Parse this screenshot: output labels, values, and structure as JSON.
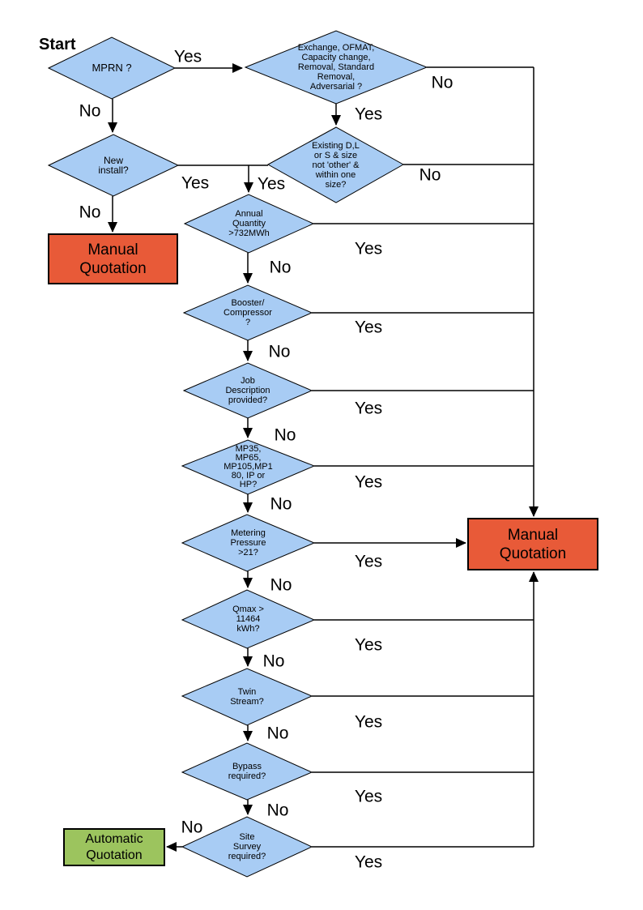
{
  "flowchart": {
    "start_label": "Start",
    "colors": {
      "decision_fill": "#A8CCF4",
      "manual_fill": "#E85A38",
      "automatic_fill": "#9CC45E",
      "line": "#000000",
      "background": "#FFFFFF"
    },
    "nodes": {
      "mprn": {
        "type": "decision",
        "label": "MPRN ?"
      },
      "exchange": {
        "type": "decision",
        "label": "Exchange, OFMAT,\nCapacity change,\nRemoval, Standard\nRemoval,\nAdversarial ?"
      },
      "new_install": {
        "type": "decision",
        "label": "New\ninstall?"
      },
      "existing": {
        "type": "decision",
        "label": "Existing D,L\nor S & size\nnot 'other' &\nwithin one\nsize?"
      },
      "annual": {
        "type": "decision",
        "label": "Annual\nQuantity\n>732MWh"
      },
      "booster": {
        "type": "decision",
        "label": "Booster/\nCompressor\n?"
      },
      "job": {
        "type": "decision",
        "label": "Job\nDescription\nprovided?"
      },
      "mp": {
        "type": "decision",
        "label": "MP35,\nMP65,\nMP105,MP1\n80, IP or\nHP?"
      },
      "metering": {
        "type": "decision",
        "label": "Metering\nPressure\n>21?"
      },
      "qmax": {
        "type": "decision",
        "label": "Qmax >\n11464\nkWh?"
      },
      "twin": {
        "type": "decision",
        "label": "Twin\nStream?"
      },
      "bypass": {
        "type": "decision",
        "label": "Bypass\nrequired?"
      },
      "site": {
        "type": "decision",
        "label": "Site\nSurvey\nrequired?"
      }
    },
    "terminals": {
      "manual_left": {
        "type": "process",
        "label": "Manual\nQuotation"
      },
      "manual_right": {
        "type": "process",
        "label": "Manual\nQuotation"
      },
      "automatic": {
        "type": "process",
        "label": "Automatic\nQuotation"
      }
    },
    "edges": {
      "mprn_yes": {
        "from": "mprn",
        "to": "exchange",
        "label": "Yes"
      },
      "mprn_no": {
        "from": "mprn",
        "to": "new_install",
        "label": "No"
      },
      "exchange_yes": {
        "from": "exchange",
        "to": "existing",
        "label": "Yes"
      },
      "exchange_no": {
        "from": "exchange",
        "to": "manual_right",
        "label": "No"
      },
      "new_install_yes": {
        "from": "new_install",
        "to": "annual",
        "label": "Yes"
      },
      "new_install_no": {
        "from": "new_install",
        "to": "manual_left",
        "label": "No"
      },
      "existing_yes": {
        "from": "existing",
        "to": "annual",
        "label": "Yes"
      },
      "existing_no": {
        "from": "existing",
        "to": "manual_right",
        "label": "No"
      },
      "annual_yes": {
        "from": "annual",
        "to": "manual_right",
        "label": "Yes"
      },
      "annual_no": {
        "from": "annual",
        "to": "booster",
        "label": "No"
      },
      "booster_yes": {
        "from": "booster",
        "to": "manual_right",
        "label": "Yes"
      },
      "booster_no": {
        "from": "booster",
        "to": "job",
        "label": "No"
      },
      "job_yes": {
        "from": "job",
        "to": "manual_right",
        "label": "Yes"
      },
      "job_no": {
        "from": "job",
        "to": "mp",
        "label": "No"
      },
      "mp_yes": {
        "from": "mp",
        "to": "manual_right",
        "label": "Yes"
      },
      "mp_no": {
        "from": "mp",
        "to": "metering",
        "label": "No"
      },
      "metering_yes": {
        "from": "metering",
        "to": "manual_right",
        "label": "Yes"
      },
      "metering_no": {
        "from": "metering",
        "to": "qmax",
        "label": "No"
      },
      "qmax_yes": {
        "from": "qmax",
        "to": "manual_right",
        "label": "Yes"
      },
      "qmax_no": {
        "from": "qmax",
        "to": "twin",
        "label": "No"
      },
      "twin_yes": {
        "from": "twin",
        "to": "manual_right",
        "label": "Yes"
      },
      "twin_no": {
        "from": "twin",
        "to": "bypass",
        "label": "No"
      },
      "bypass_yes": {
        "from": "bypass",
        "to": "manual_right",
        "label": "Yes"
      },
      "bypass_no": {
        "from": "bypass",
        "to": "site",
        "label": "No"
      },
      "site_yes": {
        "from": "site",
        "to": "manual_right",
        "label": "Yes"
      },
      "site_no": {
        "from": "site",
        "to": "automatic",
        "label": "No"
      }
    }
  }
}
